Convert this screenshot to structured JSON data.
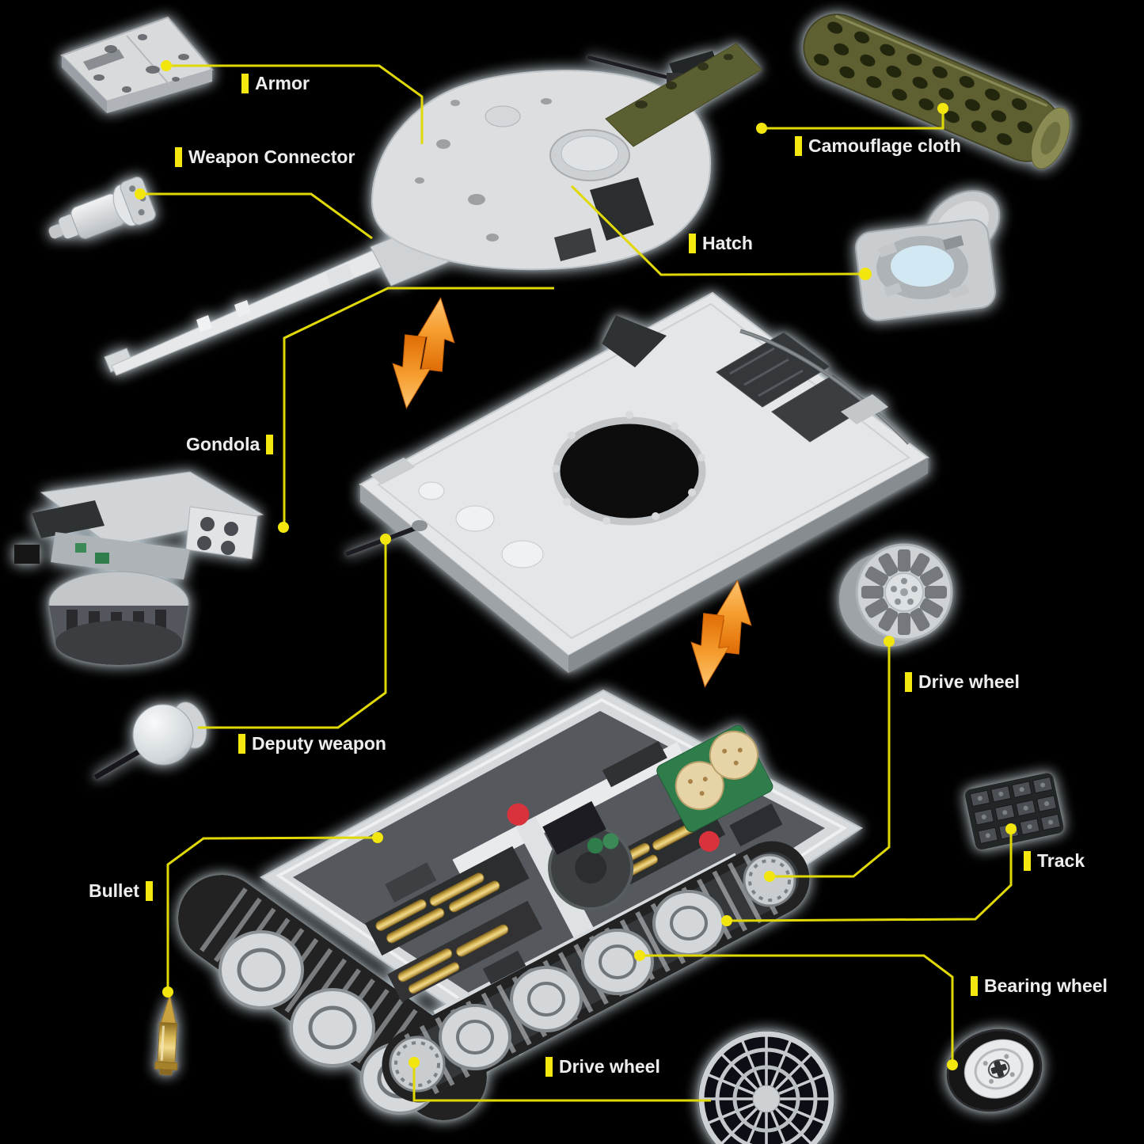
{
  "page": {
    "description": "Exploded-view parts diagram of a brick-built tank model on black background"
  },
  "labels": {
    "armor": "Armor",
    "weapon_connector": "Weapon Connector",
    "camouflage_cloth": "Camouflage cloth",
    "hatch": "Hatch",
    "gondola": "Gondola",
    "drive_wheel_upper": "Drive wheel",
    "deputy_weapon": "Deputy weapon",
    "bullet": "Bullet",
    "track": "Track",
    "bearing_wheel": "Bearing wheel",
    "drive_wheel_lower": "Drive wheel"
  },
  "colors": {
    "background": "#000000",
    "label_text": "#ededed",
    "accent_yellow": "#f5e811",
    "leader_line": "#e0d807",
    "arrow_orange": "#f09a2e",
    "part_gray": "#dcdee0",
    "camo_olive": "#5e6032",
    "brass_gold": "#c9a43a",
    "detail_green": "#2f7d4c",
    "detail_red": "#d8303c",
    "detail_tan": "#e7d4a6"
  }
}
